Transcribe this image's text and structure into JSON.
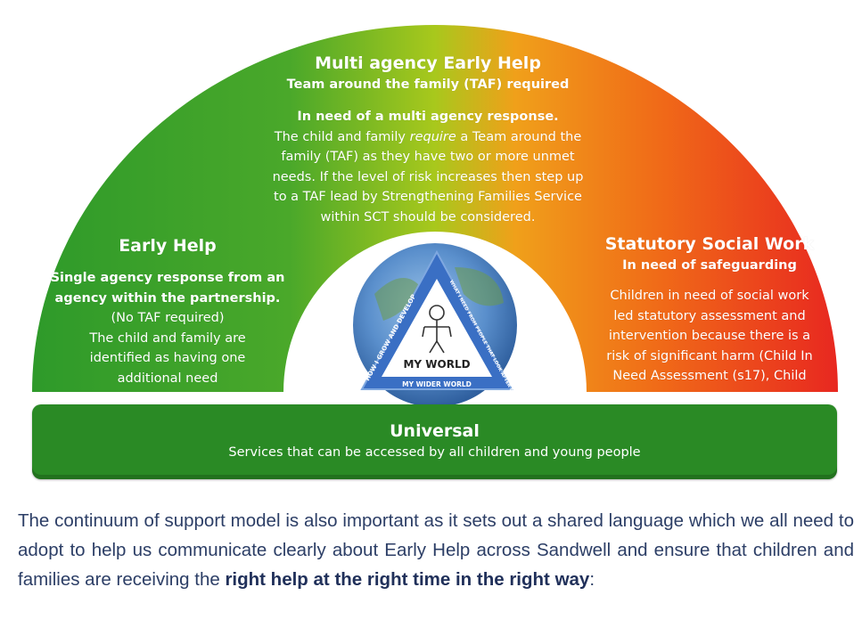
{
  "multi_agency": {
    "title": "Multi agency Early Help",
    "subtitle": "Team around the family (TAF) required",
    "heading": "In need of a  multi agency response.",
    "line1": "The child and family ",
    "line1_em": "require",
    "line1_end": " a Team  around the",
    "line2": "family (TAF) as they  have  two or more  unmet",
    "line3": "needs. If  the  level of  risk increases then step up",
    "line4": "to a TAF lead  by Strengthening  Families  Service",
    "line5": "within SCT should be considered."
  },
  "early_help": {
    "title": "Early  Help",
    "bold1": "Single agency response from an",
    "bold2": "agency  within the  partnership.",
    "line1": "(No TAF required)",
    "line2": "The  child and  family are",
    "line3": "identified as  having one",
    "line4": "additional  need"
  },
  "statutory": {
    "title": "Statutory Social Work",
    "subtitle": "In need of safeguarding",
    "line1": "Children in need of social work",
    "line2": "led statutory assessment and",
    "line3": "intervention because there is a",
    "line4": "risk of  significant harm (Child In",
    "line5": "Need Assessment (s17), Child"
  },
  "my_world": {
    "center_label": "MY WORLD",
    "left_side": "HOW I GROW AND DEVELOP",
    "right_side": "WHAT I NEED FROM PEOPLE THAT LOOK AFTER ME",
    "bottom_side": "MY WIDER WORLD"
  },
  "universal": {
    "title": "Universal",
    "description": "Services  that  can be  accessed by  all children and  young people"
  },
  "caption": {
    "text": "The continuum of support model is also important as it sets out a shared language which we all need to adopt to help us communicate clearly about Early Help across Sandwell and ensure that children and families are receiving the ",
    "bold": "right help at the right time in the right way",
    "end": ":"
  },
  "colors": {
    "green": "#2e9a2a",
    "yellow_green": "#a8c81c",
    "amber": "#f0a01a",
    "orange": "#f06a18",
    "red": "#e82820",
    "universal_green": "#2a8a25",
    "caption_text": "#2c3e66",
    "globe_blue": "#4a7fc0",
    "triangle_blue": "#3a6fc4"
  }
}
